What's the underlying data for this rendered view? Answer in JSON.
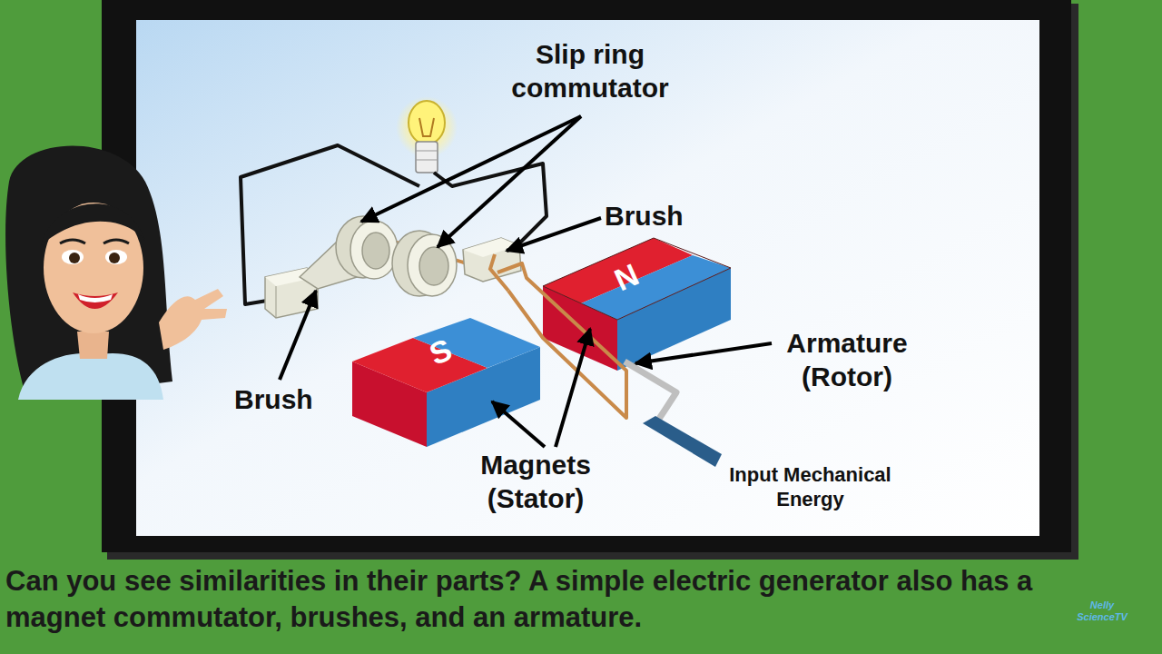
{
  "diagram": {
    "caption": "Can you see similarities in their parts? A simple electric generator also has a magnet commutator, brushes, and an armature.",
    "nodes": [
      {
        "text": [
          "N"
        ]
      },
      {
        "text": [
          "S"
        ]
      }
    ],
    "labels": [
      "Slip ring commutator",
      "Brush",
      "Brush",
      "Armature (Rotor)",
      "Magnets (Stator)",
      "Input Mechanical Energy",
      "Nelly ScienceTV"
    ]
  }
}
